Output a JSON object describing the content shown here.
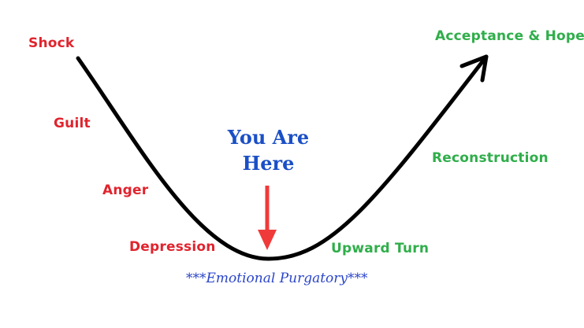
{
  "diagram": {
    "title_pointer": {
      "line1": "You Are",
      "line2": "Here",
      "color": "#1a4fc6"
    },
    "caption": "***Emotional Purgatory***",
    "negative_stages": [
      "Shock",
      "Guilt",
      "Anger",
      "Depression"
    ],
    "positive_stages": [
      "Upward Turn",
      "Reconstruction",
      "Acceptance & Hope"
    ],
    "colors": {
      "negative": "#e0242e",
      "positive": "#2fae4a",
      "curve": "#000000",
      "pointer_arrow": "#f03a3a",
      "caption": "#2a44c8"
    }
  }
}
